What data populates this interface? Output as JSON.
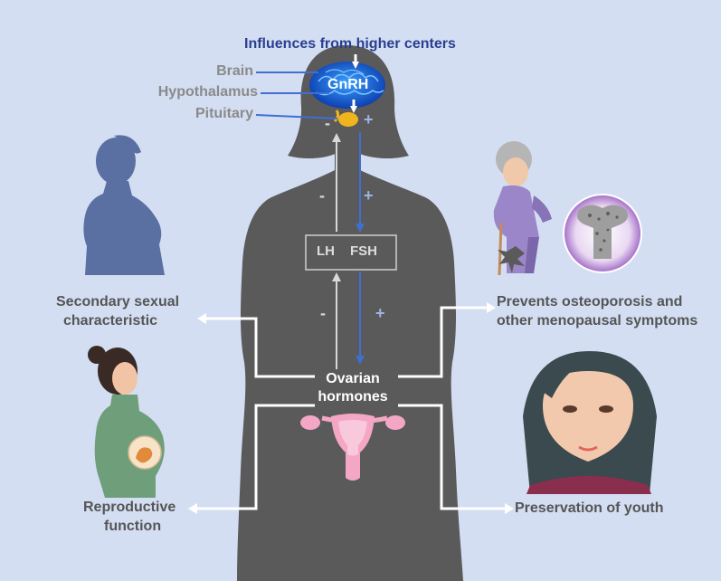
{
  "title": "Influences from higher centers",
  "anatomy": {
    "brain": "Brain",
    "hypothalamus": "Hypothalamus",
    "pituitary": "Pituitary",
    "gnrh": "GnRH"
  },
  "feedback": {
    "minus_pituitary": "-",
    "plus_pituitary": "+",
    "minus_upper": "-",
    "plus_upper": "+",
    "minus_lower": "-",
    "plus_lower": "+"
  },
  "hormones": {
    "lh": "LH",
    "fsh": "FSH",
    "ovarian_line1": "Ovarian",
    "ovarian_line2": "hormones"
  },
  "effects": {
    "secondary_line1": "Secondary sexual",
    "secondary_line2": "characteristic",
    "osteo_line1": "Prevents osteoporosis and",
    "osteo_line2": "other menopausal symptoms",
    "repro_line1": "Reproductive",
    "repro_line2": "function",
    "youth": "Preservation of youth"
  },
  "colors": {
    "background": "#d4def2",
    "silhouette": "#5a5a5a",
    "side_silhouette": "#5a70a2",
    "blue_arrow": "#3f6fd0",
    "brain": "#1f6fe0",
    "title": "#2a3f8f",
    "label_gray": "#8a8a8a",
    "label_dark": "#555555"
  }
}
